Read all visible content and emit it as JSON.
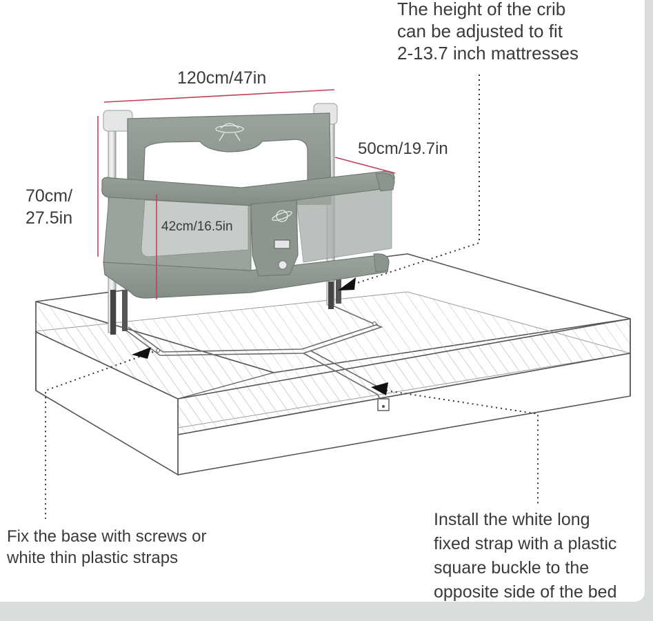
{
  "annotations": {
    "crib_height_note": [
      "The height of the crib",
      "can be adjusted to fit",
      "2-13.7 inch mattresses"
    ],
    "width": "120cm/47in",
    "depth": "50cm/19.7in",
    "height": [
      "70cm/",
      "27.5in"
    ],
    "inner_height": "42cm/16.5in",
    "fix_base_note": [
      "Fix the base with screws or",
      "white thin plastic straps"
    ],
    "install_strap_note": [
      "Install the white long",
      "fixed strap with a plastic",
      "square buckle to the",
      "opposite side of the bed"
    ]
  },
  "colors": {
    "rail_fabric": "#8f9991",
    "rail_dark": "#7a847d",
    "dimension_line": "#c2405a",
    "text": "#3a3a3a",
    "frame": "#d9dcdd"
  }
}
